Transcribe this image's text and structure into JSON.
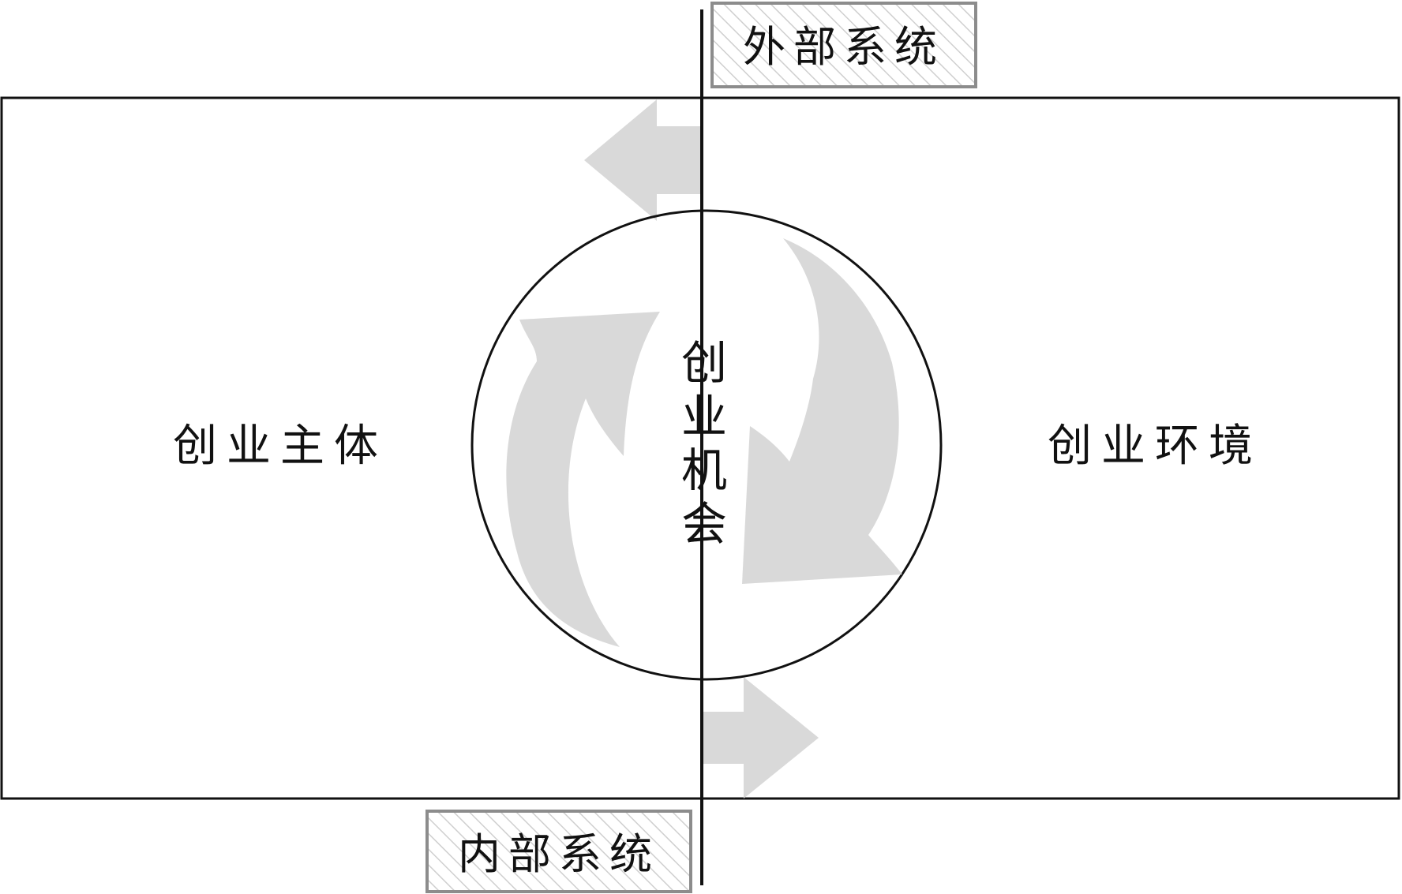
{
  "labels": {
    "external_system": "外部系统",
    "internal_system": "内部系统",
    "entrepreneur": "创业主体",
    "environment": "创业环境",
    "opportunity": [
      "创",
      "业",
      "机",
      "会"
    ]
  },
  "colors": {
    "line": "#111111",
    "arrow_fill": "#d9d9d9",
    "label_box_border": "#8c8c8c",
    "hatch": "#cfcfcf",
    "background": "#ffffff"
  },
  "icons": {
    "left_arrow": "left-arrow-icon",
    "right_arrow": "right-arrow-icon",
    "cycle_arrow_up": "curved-arrow-up-icon",
    "cycle_arrow_down": "curved-arrow-down-icon"
  }
}
